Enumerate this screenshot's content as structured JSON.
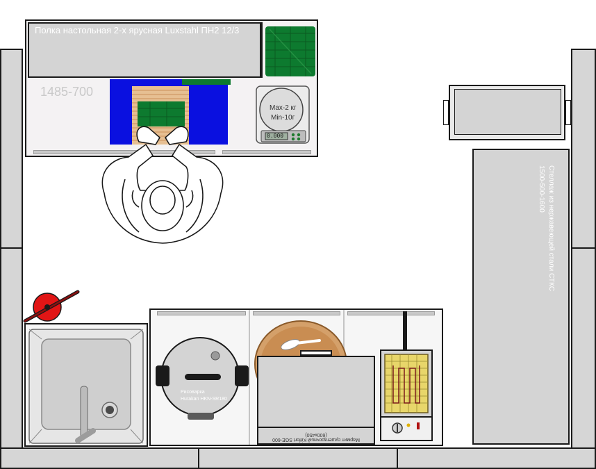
{
  "shelf": {
    "label": "Полка настольная 2-х ярусная Luxstahl ПН2 12/3"
  },
  "table_top": {
    "dims": "1485-700"
  },
  "scale": {
    "max": "Max-2 кг",
    "min": "Min-10г",
    "display": "0.000"
  },
  "right_table": {
    "label": "Стеллаж из нержавеющей стали СТКС",
    "dims": "1500-500-1600"
  },
  "rice_cooker": {
    "label_line1": "Рисоварка",
    "label_line2": "Hurakan HKN-SR180"
  },
  "food_warmer": {
    "label": "Мармит сушетарочный Kitfort SGE-600 (600х450)"
  },
  "colors": {
    "blue_board": "#0a10e0",
    "nori_green": "#0d7a2f",
    "steel": "#d4d4d4",
    "extinguisher": "#e11515",
    "fryer_basket": "#e8d66a"
  }
}
